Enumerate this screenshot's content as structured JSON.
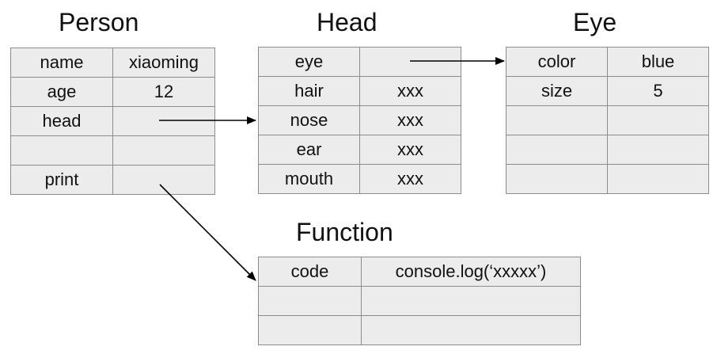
{
  "person": {
    "title": "Person",
    "rows": [
      {
        "key": "name",
        "value": "xiaoming"
      },
      {
        "key": "age",
        "value": "12"
      },
      {
        "key": "head",
        "value": ""
      },
      {
        "key": "",
        "value": ""
      },
      {
        "key": "print",
        "value": ""
      }
    ]
  },
  "head": {
    "title": "Head",
    "rows": [
      {
        "key": "eye",
        "value": ""
      },
      {
        "key": "hair",
        "value": "xxx"
      },
      {
        "key": "nose",
        "value": "xxx"
      },
      {
        "key": "ear",
        "value": "xxx"
      },
      {
        "key": "mouth",
        "value": "xxx"
      }
    ]
  },
  "eye": {
    "title": "Eye",
    "rows": [
      {
        "key": "color",
        "value": "blue"
      },
      {
        "key": "size",
        "value": "5"
      },
      {
        "key": "",
        "value": ""
      },
      {
        "key": "",
        "value": ""
      },
      {
        "key": "",
        "value": ""
      }
    ]
  },
  "function": {
    "title": "Function",
    "rows": [
      {
        "key": "code",
        "value": "console.log(‘xxxxx’)"
      },
      {
        "key": "",
        "value": ""
      },
      {
        "key": "",
        "value": ""
      }
    ]
  },
  "colors": {
    "cell_fill": "#ececec",
    "cell_border": "#8c8c8c",
    "arrow": "#000000",
    "text": "#111111"
  }
}
